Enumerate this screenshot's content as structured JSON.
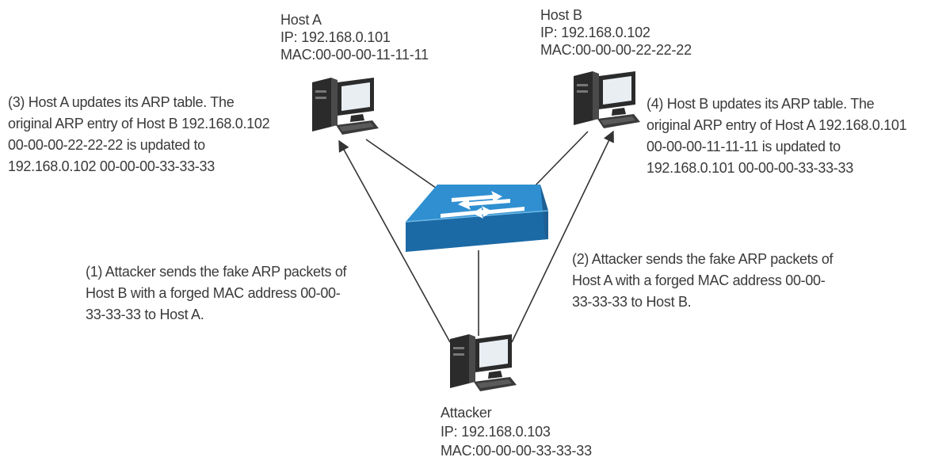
{
  "hosts": {
    "host_a": {
      "name": "Host A",
      "ip": "IP: 192.168.0.101",
      "mac": "MAC:00-00-00-11-11-11"
    },
    "host_b": {
      "name": "Host B",
      "ip": "IP: 192.168.0.102",
      "mac": "MAC:00-00-00-22-22-22"
    },
    "attacker": {
      "name": "Attacker",
      "ip": "IP: 192.168.0.103",
      "mac": "MAC:00-00-00-33-33-33"
    }
  },
  "notes": {
    "step3": [
      "(3) Host A updates its ARP table. The",
      "original ARP entry of Host B 192.168.0.102",
      "00-00-00-22-22-22 is updated to",
      "192.168.0.102  00-00-00-33-33-33"
    ],
    "step4": [
      "(4) Host B updates its ARP table. The",
      "original ARP entry of Host A 192.168.0.101",
      "00-00-00-11-11-11 is updated to",
      "192.168.0.101  00-00-00-33-33-33"
    ],
    "step1": [
      "(1) Attacker sends the fake ARP packets of",
      "Host B with a forged MAC address 00-00-",
      "33-33-33 to Host A."
    ],
    "step2": [
      "(2) Attacker sends the fake ARP packets of",
      "Host A with a forged MAC address 00-00-",
      "33-33-33 to Host B."
    ]
  },
  "icons": {
    "computer": "desktop-computer-icon",
    "switch": "network-switch-icon"
  },
  "colors": {
    "text": "#3a3a3a",
    "line": "#333333",
    "switch_top": "#2f8fd0",
    "switch_front": "#1b6aa6",
    "switch_side": "#1f5f93",
    "computer_dark": "#2b2b2b",
    "screen": "#e8eef2"
  }
}
